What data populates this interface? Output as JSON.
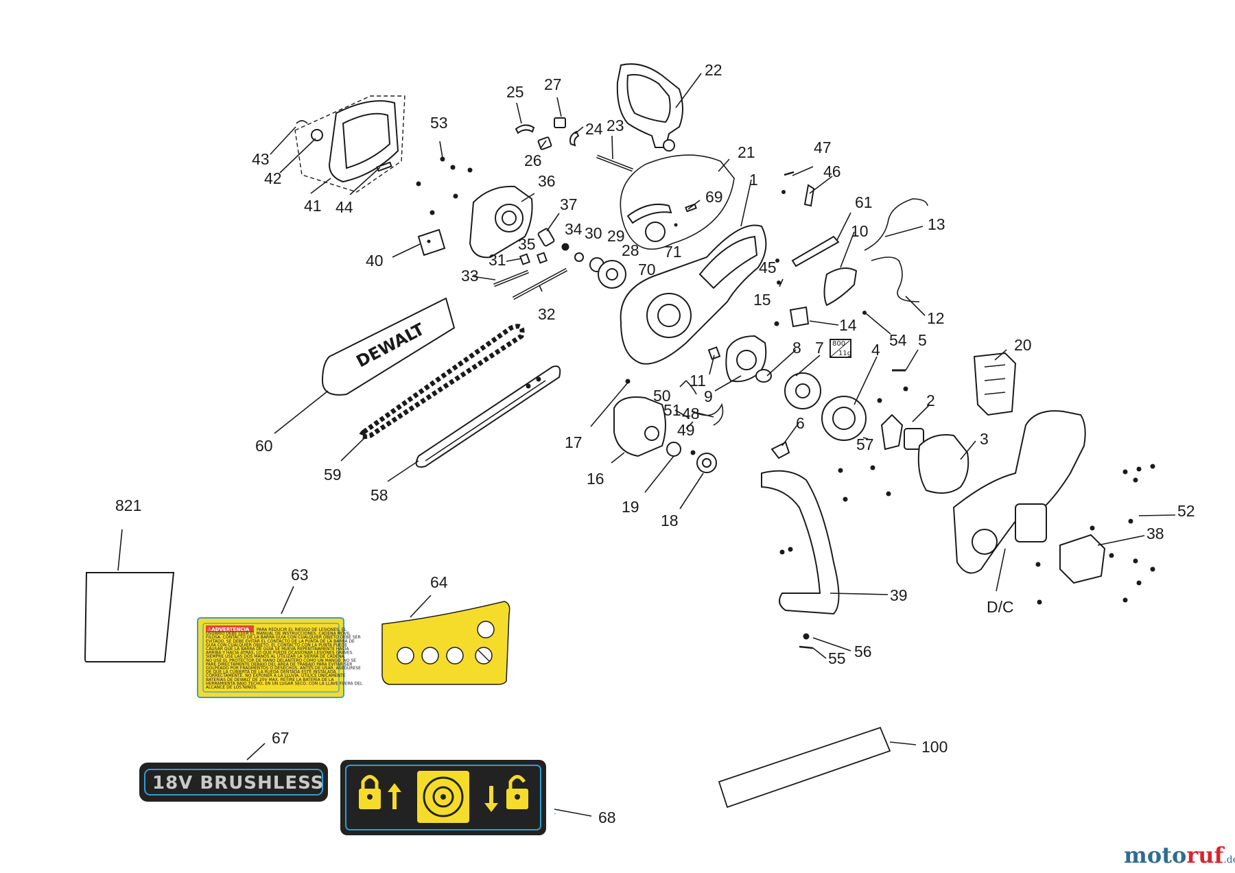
{
  "labels": [
    {
      "id": "1",
      "text": "1"
    },
    {
      "id": "2",
      "text": "2"
    },
    {
      "id": "3",
      "text": "3"
    },
    {
      "id": "4",
      "text": "4"
    },
    {
      "id": "5",
      "text": "5"
    },
    {
      "id": "6",
      "text": "6"
    },
    {
      "id": "7",
      "text": "7"
    },
    {
      "id": "8",
      "text": "8"
    },
    {
      "id": "9",
      "text": "9"
    },
    {
      "id": "10",
      "text": "10"
    },
    {
      "id": "11",
      "text": "11"
    },
    {
      "id": "12",
      "text": "12"
    },
    {
      "id": "13",
      "text": "13"
    },
    {
      "id": "14",
      "text": "14"
    },
    {
      "id": "15",
      "text": "15"
    },
    {
      "id": "16",
      "text": "16"
    },
    {
      "id": "17",
      "text": "17"
    },
    {
      "id": "18",
      "text": "18"
    },
    {
      "id": "19",
      "text": "19"
    },
    {
      "id": "20",
      "text": "20"
    },
    {
      "id": "21",
      "text": "21"
    },
    {
      "id": "22",
      "text": "22"
    },
    {
      "id": "23",
      "text": "23"
    },
    {
      "id": "24",
      "text": "24"
    },
    {
      "id": "25",
      "text": "25"
    },
    {
      "id": "26",
      "text": "26"
    },
    {
      "id": "27",
      "text": "27"
    },
    {
      "id": "28",
      "text": "28"
    },
    {
      "id": "29",
      "text": "29"
    },
    {
      "id": "30",
      "text": "30"
    },
    {
      "id": "31",
      "text": "31"
    },
    {
      "id": "32",
      "text": "32"
    },
    {
      "id": "33",
      "text": "33"
    },
    {
      "id": "34",
      "text": "34"
    },
    {
      "id": "35",
      "text": "35"
    },
    {
      "id": "36",
      "text": "36"
    },
    {
      "id": "37",
      "text": "37"
    },
    {
      "id": "38",
      "text": "38"
    },
    {
      "id": "39",
      "text": "39"
    },
    {
      "id": "40",
      "text": "40"
    },
    {
      "id": "41",
      "text": "41"
    },
    {
      "id": "42",
      "text": "42"
    },
    {
      "id": "43",
      "text": "43"
    },
    {
      "id": "44",
      "text": "44"
    },
    {
      "id": "45",
      "text": "45"
    },
    {
      "id": "46",
      "text": "46"
    },
    {
      "id": "47",
      "text": "47"
    },
    {
      "id": "48",
      "text": "48"
    },
    {
      "id": "49",
      "text": "49"
    },
    {
      "id": "50",
      "text": "50"
    },
    {
      "id": "51",
      "text": "51"
    },
    {
      "id": "52",
      "text": "52"
    },
    {
      "id": "53",
      "text": "53"
    },
    {
      "id": "54",
      "text": "54"
    },
    {
      "id": "55",
      "text": "55"
    },
    {
      "id": "56",
      "text": "56"
    },
    {
      "id": "57",
      "text": "57"
    },
    {
      "id": "58",
      "text": "58"
    },
    {
      "id": "59",
      "text": "59"
    },
    {
      "id": "60",
      "text": "60"
    },
    {
      "id": "61",
      "text": "61"
    },
    {
      "id": "63",
      "text": "63"
    },
    {
      "id": "64",
      "text": "64"
    },
    {
      "id": "67",
      "text": "67"
    },
    {
      "id": "68",
      "text": "68"
    },
    {
      "id": "69",
      "text": "69"
    },
    {
      "id": "70",
      "text": "70"
    },
    {
      "id": "71",
      "text": "71"
    },
    {
      "id": "100",
      "text": "100"
    },
    {
      "id": "821",
      "text": "821"
    },
    {
      "id": "dc",
      "text": "D/C"
    }
  ],
  "bar_brand": "DEWALT",
  "cover_brand": "DEWALT",
  "spec_label": {
    "top": "800",
    "bottom": "11g"
  },
  "warning_label": {
    "heading": "⚠ADVERTENCIA",
    "lines": [
      "PARA REDUCIR EL RIESGO DE LESIONES, EL",
      "USUARIO DEBE LEER EL MANUAL DE INSTRUCCIONES. CADENA MÓVIL",
      "FILOSA. CONTACTO DE LA BARRA GUÍA CON CUALQUIER OBJETO DEBE SER",
      "EVITADO. SE DEBE EVITAR EL CONTACTO DE LA PUNTA DE LA BARRA DE",
      "GUÍA CON CUALQUIER OBJETO. EL CONTACTO CON LA PUNTA PUEDE",
      "CAUSAR QUE LA BARRA DE GUÍA SE MUEVA REPENTINAMENTE HACIA",
      "ARRIBA Y HACIA ATRÁS, LO QUE PUEDE OCASIONAR LESIONES GRAVES.",
      "SIEMPRE USE LAS DOS MANOS AL UTILIZAR LA SIERRA DE CADENA.",
      "NO USE EL PROTECTOR DE MANO DELANTERO COMO UN MANGO. NO SE",
      "PARE DIRECTAMENTE DEBAJO DEL ÁREA DE TRABAJO PARA EVITAR SER",
      "GOLPEADO POR FRAGMENTOS O DESECHOS. ANTES DE USAR, ASEGÚRESE",
      "DE QUE LA CUBIERTA DE LA RUEDA DENTADA ESTÉ INSTALADA",
      "CORRECTAMENTE. NO EXPONER A LA LLUVIA. UTILICE ÚNICAMENTE",
      "BATERÍAS DE DEWALT DE 20V MAX. RETIRE LA BATERÍA DE LA",
      "HERRAMIENTA BAJO TECHO, EN UN LUGAR SECO, CON LA LLAVE FUERA DEL",
      "ALCANCE DE LOS NIÑOS."
    ]
  },
  "badge_text": "18V BRUSHLESS",
  "watermark": {
    "part1": "moto",
    "part2": "ruf",
    "part3": ".de"
  },
  "colors": {
    "ink": "#1a1a1a",
    "label_yellow": "#f6dc2a",
    "label_blue": "#2f9fd4",
    "badge_black": "#222222",
    "warn_orange": "#e0453a",
    "watermark_blue": "#2f6d8f",
    "watermark_red": "#d7262e"
  }
}
